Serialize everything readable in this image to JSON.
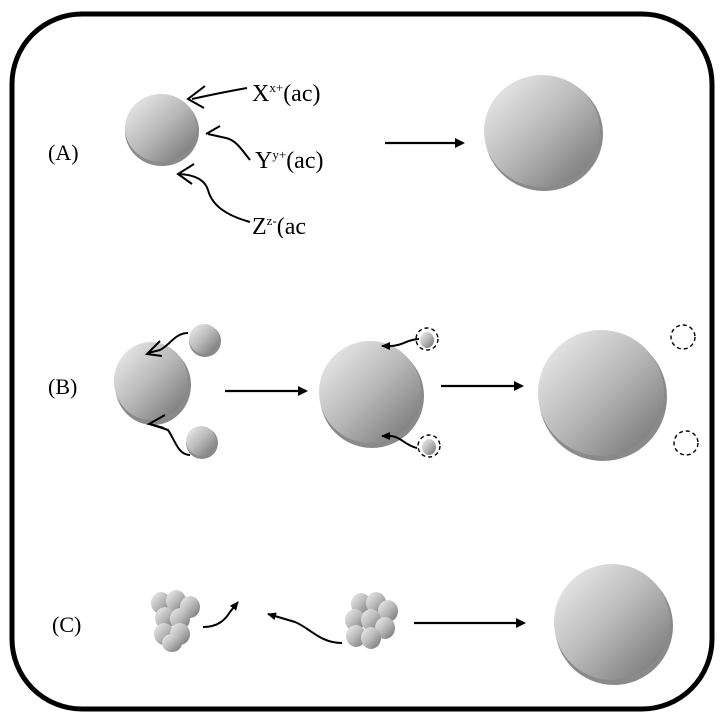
{
  "panels": [
    {
      "label": "(A)",
      "ions": [
        {
          "base": "X",
          "sup": "x+",
          "tail": "(ac)"
        },
        {
          "base": "Y",
          "sup": "y+",
          "tail": "(ac)"
        },
        {
          "base": "Z",
          "sup": "z-",
          "tail": "(ac"
        }
      ]
    },
    {
      "label": "(B)"
    },
    {
      "label": "(C)"
    }
  ],
  "colors": {
    "sphere_light": "#f2f2f2",
    "sphere_mid": "#b4b4b4",
    "sphere_dark": "#6e6e6e",
    "rim": "#8a8a8a",
    "frame": "#000000"
  }
}
